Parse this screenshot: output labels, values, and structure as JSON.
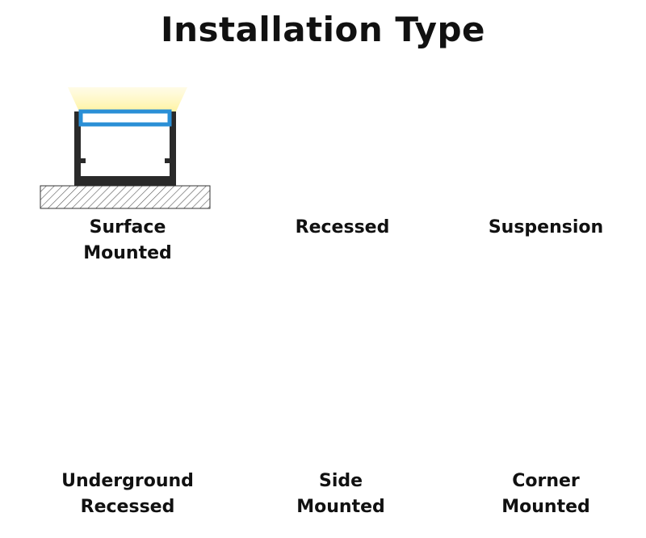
{
  "title": "Installation Type",
  "colors": {
    "profile": "#2a2a2a",
    "diffuser": "#2a8fd6",
    "light": "#fff3a8",
    "hatch": "#555555",
    "text": "#111111"
  },
  "types": [
    {
      "id": "surface-mounted",
      "label_lines": [
        "Surface",
        "Mounted"
      ]
    },
    {
      "id": "recessed",
      "label_lines": [
        "Recessed"
      ]
    },
    {
      "id": "suspension",
      "label_lines": [
        "Suspension"
      ]
    },
    {
      "id": "underground-recessed",
      "label_lines": [
        "Underground",
        "Recessed"
      ]
    },
    {
      "id": "side-mounted",
      "label_lines": [
        "Side",
        "Mounted"
      ]
    },
    {
      "id": "corner-mounted",
      "label_lines": [
        "Corner",
        "Mounted"
      ]
    }
  ]
}
